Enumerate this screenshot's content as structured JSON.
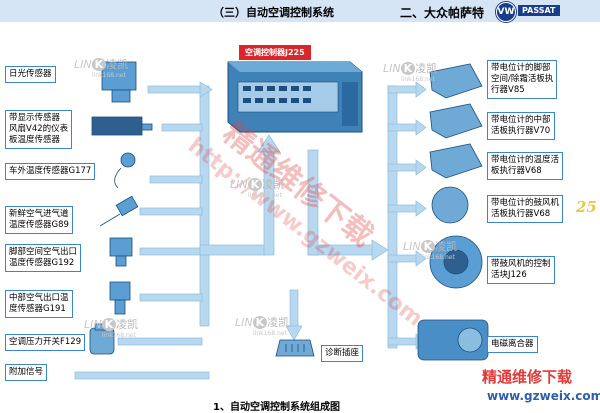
{
  "header": {
    "section_title": "（三）自动空调控制系统",
    "vehicle_title": "二、大众帕萨特",
    "brand_badge": "PASSAT",
    "page_number": "25"
  },
  "center": {
    "controller_label": "空调控制器J225",
    "diagnostic_label": "诊断插座"
  },
  "left_components": [
    {
      "lines": [
        "日光传感器"
      ]
    },
    {
      "lines": [
        "带显示传感器",
        "风扇V42的仪表",
        "板温度传感器"
      ]
    },
    {
      "lines": [
        "车外温度传感器G177"
      ]
    },
    {
      "lines": [
        "新鲜空气进气道",
        "温度传感器G89"
      ]
    },
    {
      "lines": [
        "脚部空间空气出口",
        "温度传感器G192"
      ]
    },
    {
      "lines": [
        "中部空气出口温",
        "度传感器G191"
      ]
    },
    {
      "lines": [
        "空调压力开关F129"
      ]
    },
    {
      "lines": [
        "附加信号"
      ]
    }
  ],
  "right_components": [
    {
      "lines": [
        "带电位计的脚部",
        "空间/除霜活板执",
        "行器V85"
      ]
    },
    {
      "lines": [
        "带电位计的中部",
        "活板执行器V70"
      ]
    },
    {
      "lines": [
        "带电位计的温度活",
        "板执行器V68"
      ]
    },
    {
      "lines": [
        "带电位计的鼓风机",
        "活板执行器V68"
      ]
    },
    {
      "lines": [
        "带鼓风机的控制",
        "活块J126"
      ]
    },
    {
      "lines": [
        "电磁离合器"
      ]
    }
  ],
  "caption": "1、自动空调控制系统组成图",
  "watermarks": {
    "diagonal_text": "精通维修下载",
    "url_text": "http://www.gzweix.com",
    "logo_latin": "LIN",
    "logo_k": "K",
    "logo_cn": "凌凯",
    "logo_sub": "link168.net",
    "footer_cn": "精通维修下载",
    "footer_url": "www.gzweix.com"
  },
  "colors": {
    "accent_blue": "#3a86c8",
    "flow_arrow": "#b8d8f0",
    "header_bg": "#d5e5f5",
    "controller_label_bg": "#d9262a",
    "page_number": "#e6c84a",
    "footer_red": "#e03b3b"
  }
}
